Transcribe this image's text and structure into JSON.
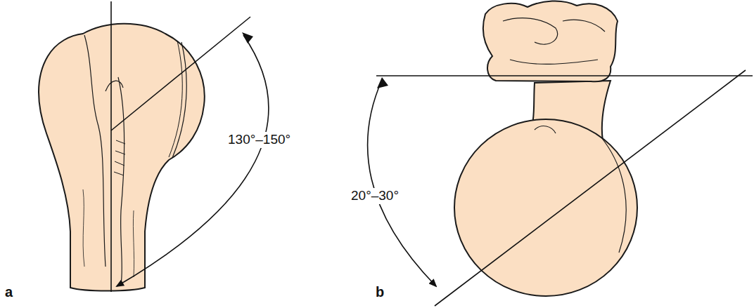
{
  "diagram": {
    "labels": [
      "130°–150°",
      "20°–30°",
      "a",
      "b"
    ]
  }
}
